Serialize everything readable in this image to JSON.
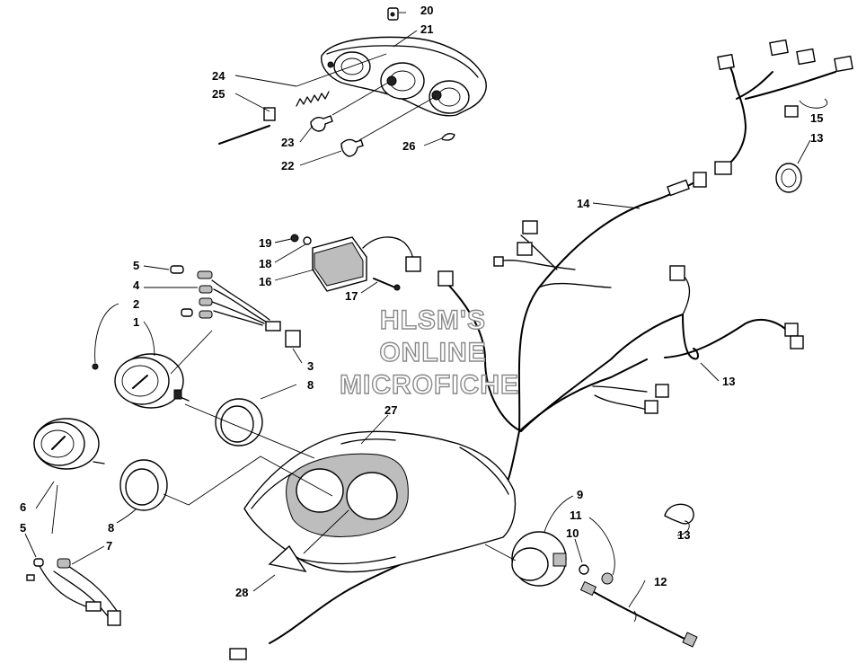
{
  "watermark": {
    "line1": "HLSM'S",
    "line2": "ONLINE",
    "line3": "MICROFICHE"
  },
  "callouts": {
    "n1": "1",
    "n2": "2",
    "n3": "3",
    "n4": "4",
    "n5a": "5",
    "n5b": "5",
    "n6": "6",
    "n7": "7",
    "n8a": "8",
    "n8b": "8",
    "n9": "9",
    "n10": "10",
    "n11": "11",
    "n12": "12",
    "n13a": "13",
    "n13b": "13",
    "n13c": "13",
    "n14": "14",
    "n15": "15",
    "n16": "16",
    "n17": "17",
    "n18": "18",
    "n19": "19",
    "n20": "20",
    "n21": "21",
    "n22": "22",
    "n23": "23",
    "n24": "24",
    "n25": "25",
    "n26": "26",
    "n27": "27",
    "n28": "28"
  },
  "colors": {
    "line": "#000000",
    "watermark_outline": "#8a8a8a",
    "background": "#ffffff"
  }
}
